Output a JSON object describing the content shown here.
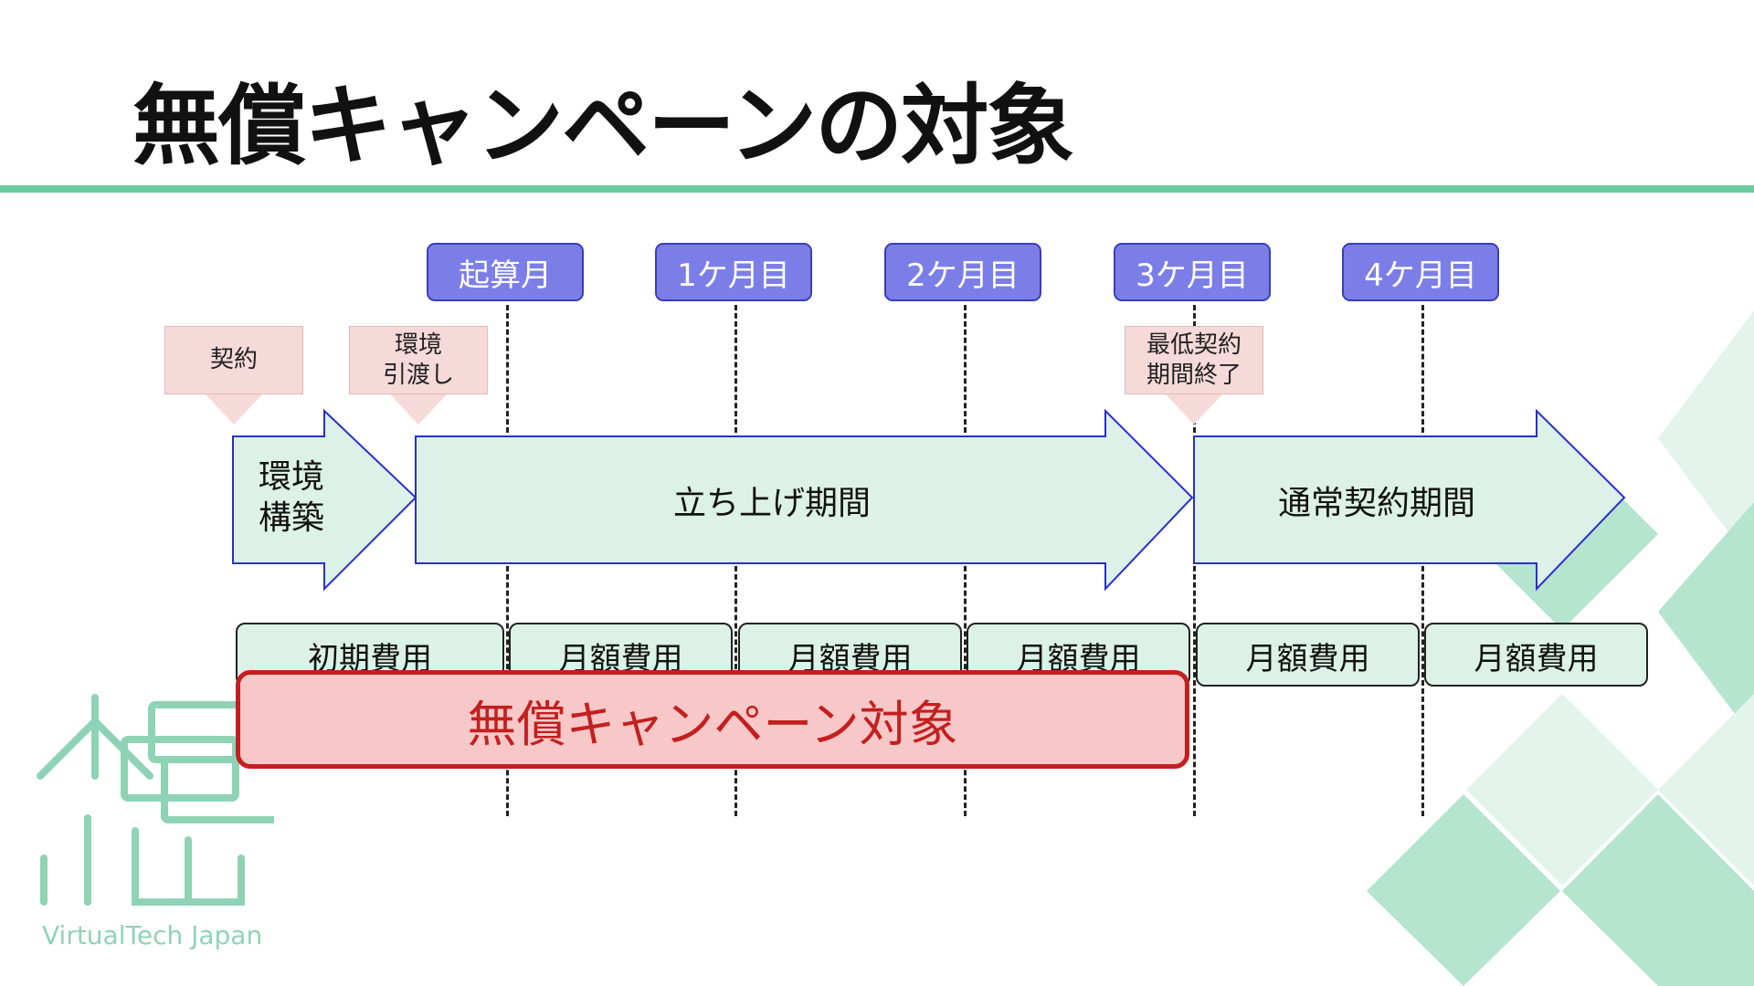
{
  "title": "無償キャンペーンの対象",
  "months": [
    "起算月",
    "1ケ月目",
    "2ケ月目",
    "3ケ月目",
    "4ケ月目"
  ],
  "callouts": {
    "contract": "契約",
    "handover": "環境\n引渡し",
    "min_end": "最低契約\n期間終了"
  },
  "phases": {
    "build": "環境\n構築",
    "startup": "立ち上げ期間",
    "normal": "通常契約期間"
  },
  "fees": [
    "初期費用",
    "月額費用",
    "月額費用",
    "月額費用",
    "月額費用",
    "月額費用"
  ],
  "campaign_label": "無償キャンペーン対象",
  "brand": "VirtualTech Japan",
  "colors": {
    "accent_green": "#6ccba2",
    "month_fill": "#7c7ee8",
    "phase_fill": "#dcf1e7",
    "phase_stroke": "#2a2fc8",
    "campaign_red": "#c41f1f",
    "callout_pink": "#f6d9d9"
  }
}
